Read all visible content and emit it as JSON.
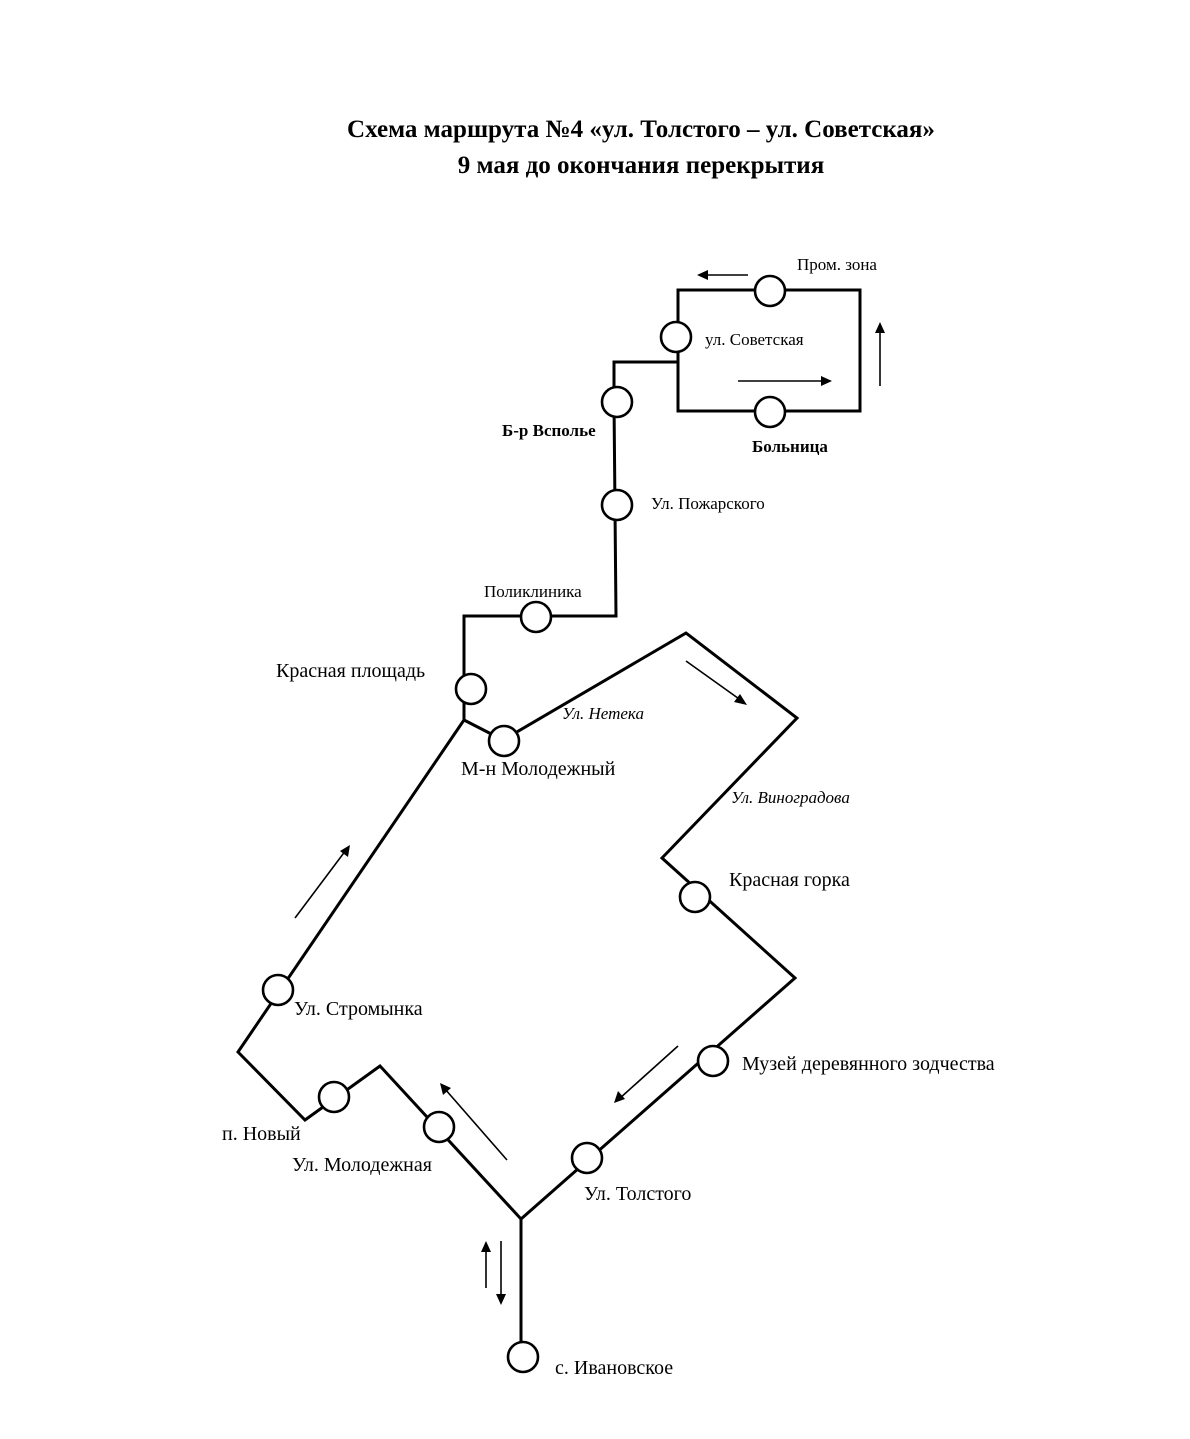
{
  "title": {
    "line1": "Схема маршрута №4 «ул. Толстого – ул. Советская»",
    "line2": "9 мая до окончания перекрытия"
  },
  "stops": {
    "prom_zona": "Пром. зона",
    "sovetskaya": "ул. Советская",
    "bolnitsa": "Больница",
    "vspolye": "Б-р Всполье",
    "pozharskogo": "Ул. Пожарского",
    "poliklinika": "Поликлиника",
    "krasnaya_ploshchad": "Красная площадь",
    "molodezhny_mkr": "М-н Молодежный",
    "krasnaya_gorka": "Красная горка",
    "stromynka": "Ул. Стромынка",
    "muzey": "Музей деревянного зодчества",
    "novy": "п. Новый",
    "molodezhnaya": "Ул. Молодежная",
    "tolstogo": "Ул. Толстого",
    "ivanovskoye": "с. Ивановское"
  },
  "streets": {
    "neteka": "Ул. Нетека",
    "vinogradova": "Ул. Виноградова"
  }
}
